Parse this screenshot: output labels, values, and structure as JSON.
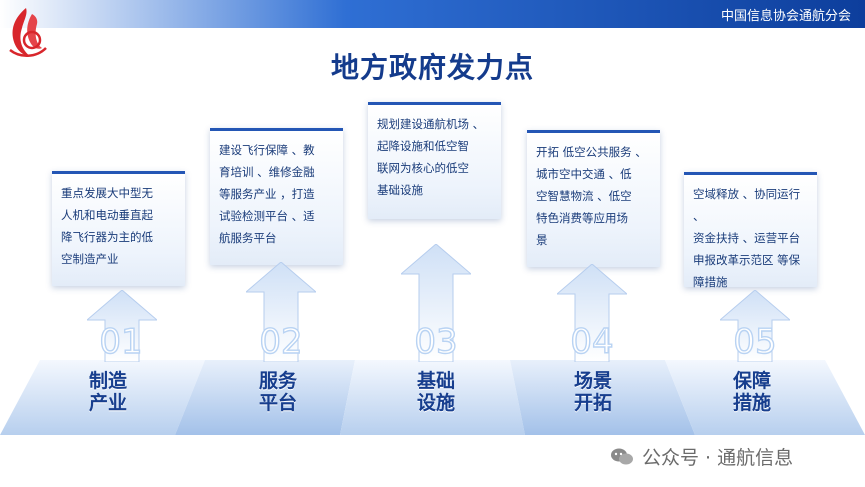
{
  "header": {
    "org_name": "中国信息协会通航分会"
  },
  "title": "地方政府发力点",
  "items": [
    {
      "num": "01",
      "label_line1": "制造",
      "label_line2": "产业",
      "lines": [
        "重点发展大中型无",
        "人机和电动垂直起",
        "降飞行器为主的低",
        "空制造产业"
      ]
    },
    {
      "num": "02",
      "label_line1": "服务",
      "label_line2": "平台",
      "lines": [
        "建设飞行保障 、教",
        "育培训 、维修金融",
        "等服务产业 ，打造",
        "试验检测平台 、适",
        "航服务平台"
      ]
    },
    {
      "num": "03",
      "label_line1": "基础",
      "label_line2": "设施",
      "lines": [
        "规划建设通航机场 、",
        "起降设施和低空智",
        "联网为核心的低空",
        "基础设施"
      ]
    },
    {
      "num": "04",
      "label_line1": "场景",
      "label_line2": "开拓",
      "lines": [
        "开拓 低空公共服务 、",
        "城市空中交通 、低",
        "空智慧物流 、低空",
        "特色消费等应用场",
        "景"
      ]
    },
    {
      "num": "05",
      "label_line1": "保障",
      "label_line2": "措施",
      "lines": [
        "空域释放 、协同运行 、",
        "资金扶持 、运营平台",
        "申报改革示范区 等保",
        "障措施"
      ]
    }
  ],
  "watermark": {
    "text": "公众号 · 通航信息"
  },
  "colors": {
    "primary": "#143b8c",
    "accent": "#2456b5",
    "light": "#cfe0f6"
  }
}
